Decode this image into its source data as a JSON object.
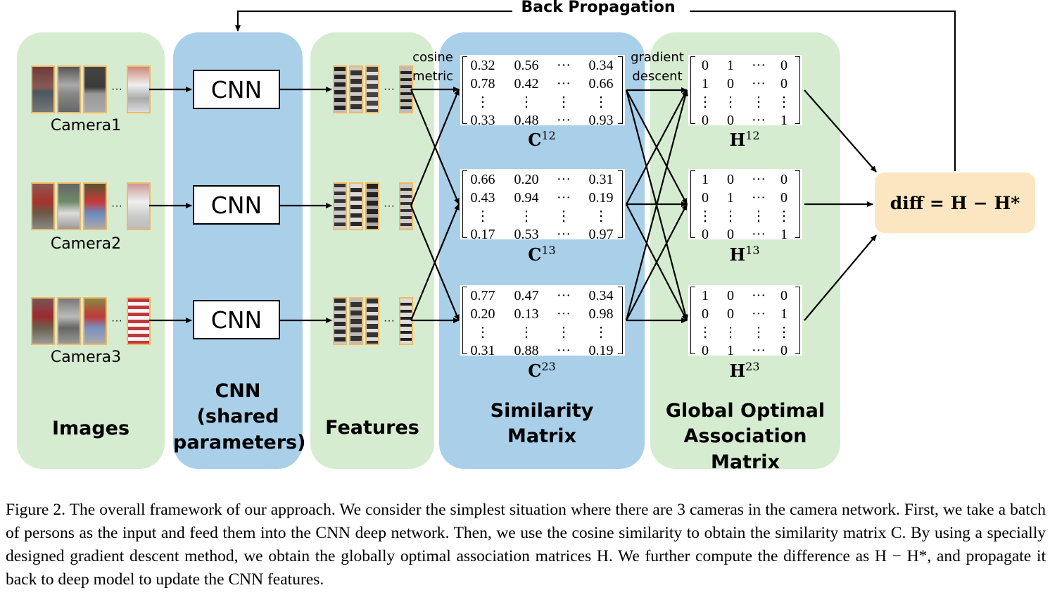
{
  "top_label": "Back Propagation",
  "panels": {
    "images": "Images",
    "cnn": "CNN\n(shared\nparameters)",
    "features": "Features",
    "similarity": "Similarity\nMatrix",
    "association": "Global Optimal\nAssociation Matrix"
  },
  "cameras": [
    "Camera1",
    "Camera2",
    "Camera3"
  ],
  "cnn_label": "CNN",
  "ellipsis": "···",
  "cosine_label": "cosine\nmetric",
  "gradient_label": "gradient\ndescent",
  "similarity_matrices": [
    {
      "name": "C",
      "sup": "12",
      "rows": [
        [
          "0.32",
          "0.56",
          "···",
          "0.34"
        ],
        [
          "0.78",
          "0.42",
          "···",
          "0.66"
        ],
        [
          "⋮",
          "⋮",
          "⋮",
          "⋮"
        ],
        [
          "0.33",
          "0.48",
          "···",
          "0.93"
        ]
      ]
    },
    {
      "name": "C",
      "sup": "13",
      "rows": [
        [
          "0.66",
          "0.20",
          "···",
          "0.31"
        ],
        [
          "0.43",
          "0.94",
          "···",
          "0.19"
        ],
        [
          "⋮",
          "⋮",
          "⋮",
          "⋮"
        ],
        [
          "0.17",
          "0.53",
          "···",
          "0.97"
        ]
      ]
    },
    {
      "name": "C",
      "sup": "23",
      "rows": [
        [
          "0.77",
          "0.47",
          "···",
          "0.34"
        ],
        [
          "0.20",
          "0.13",
          "···",
          "0.98"
        ],
        [
          "⋮",
          "⋮",
          "⋮",
          "⋮"
        ],
        [
          "0.31",
          "0.88",
          "···",
          "0.19"
        ]
      ]
    }
  ],
  "association_matrices": [
    {
      "name": "H",
      "sup": "12",
      "rows": [
        [
          "0",
          "1",
          "···",
          "0"
        ],
        [
          "1",
          "0",
          "···",
          "0"
        ],
        [
          "⋮",
          "⋮",
          "⋮",
          "⋮"
        ],
        [
          "0",
          "0",
          "···",
          "1"
        ]
      ]
    },
    {
      "name": "H",
      "sup": "13",
      "rows": [
        [
          "1",
          "0",
          "···",
          "0"
        ],
        [
          "0",
          "1",
          "···",
          "0"
        ],
        [
          "⋮",
          "⋮",
          "⋮",
          "⋮"
        ],
        [
          "0",
          "0",
          "···",
          "1"
        ]
      ]
    },
    {
      "name": "H",
      "sup": "23",
      "rows": [
        [
          "1",
          "0",
          "···",
          "0"
        ],
        [
          "0",
          "0",
          "···",
          "1"
        ],
        [
          "⋮",
          "⋮",
          "⋮",
          "⋮"
        ],
        [
          "0",
          "1",
          "···",
          "0"
        ]
      ]
    }
  ],
  "diff_formula": "diff = H − H*",
  "caption": "Figure 2. The overall framework of our approach. We consider the simplest situation where there are 3 cameras in the camera network. First, we take a batch of persons as the input and feed them into the CNN deep network. Then, we use the cosine similarity to obtain the similarity matrix C. By using a specially designed gradient descent method, we obtain the globally optimal association matrices H. We further compute the difference as H − H*, and propagate it back to deep model to update the CNN features.",
  "colors": {
    "green_panel": "#d6ecd0",
    "blue_panel": "#a9cfe9",
    "diff_box": "#fce6c2",
    "image_border": "#f2b866"
  }
}
